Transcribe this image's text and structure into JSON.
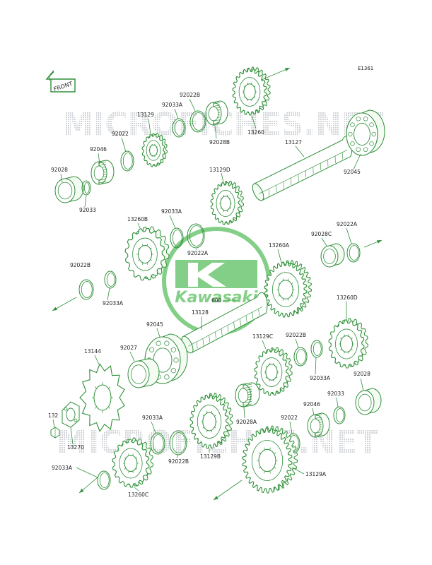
{
  "diagram": {
    "drawing_code": "E1361",
    "front_badge": "FRONT",
    "watermark_text": "MICROFICHES.NET",
    "logo_text": "Kawasaki",
    "colors": {
      "parts": "#2f8f39",
      "parts_fill": "#f4fbf3",
      "watermark": "#c9cdd2",
      "logo": "#5cbf5f",
      "text": "#1f1f1f"
    },
    "labels": [
      "92028",
      "92033",
      "92046",
      "92022",
      "13129",
      "92033A",
      "92022B",
      "92028B",
      "13260",
      "13127",
      "92045",
      "13129D",
      "13260B",
      "92033A",
      "92022A",
      "92028C",
      "92022A",
      "92022B",
      "92033A",
      "13260A",
      "600",
      "13128",
      "13260D",
      "92045",
      "13144",
      "92027",
      "13129C",
      "92022B",
      "92033A",
      "92028",
      "92033",
      "92046",
      "132",
      "13270",
      "92033A",
      "92022B",
      "13129B",
      "92028A",
      "92022",
      "92033A",
      "13260C",
      "13129A"
    ]
  }
}
